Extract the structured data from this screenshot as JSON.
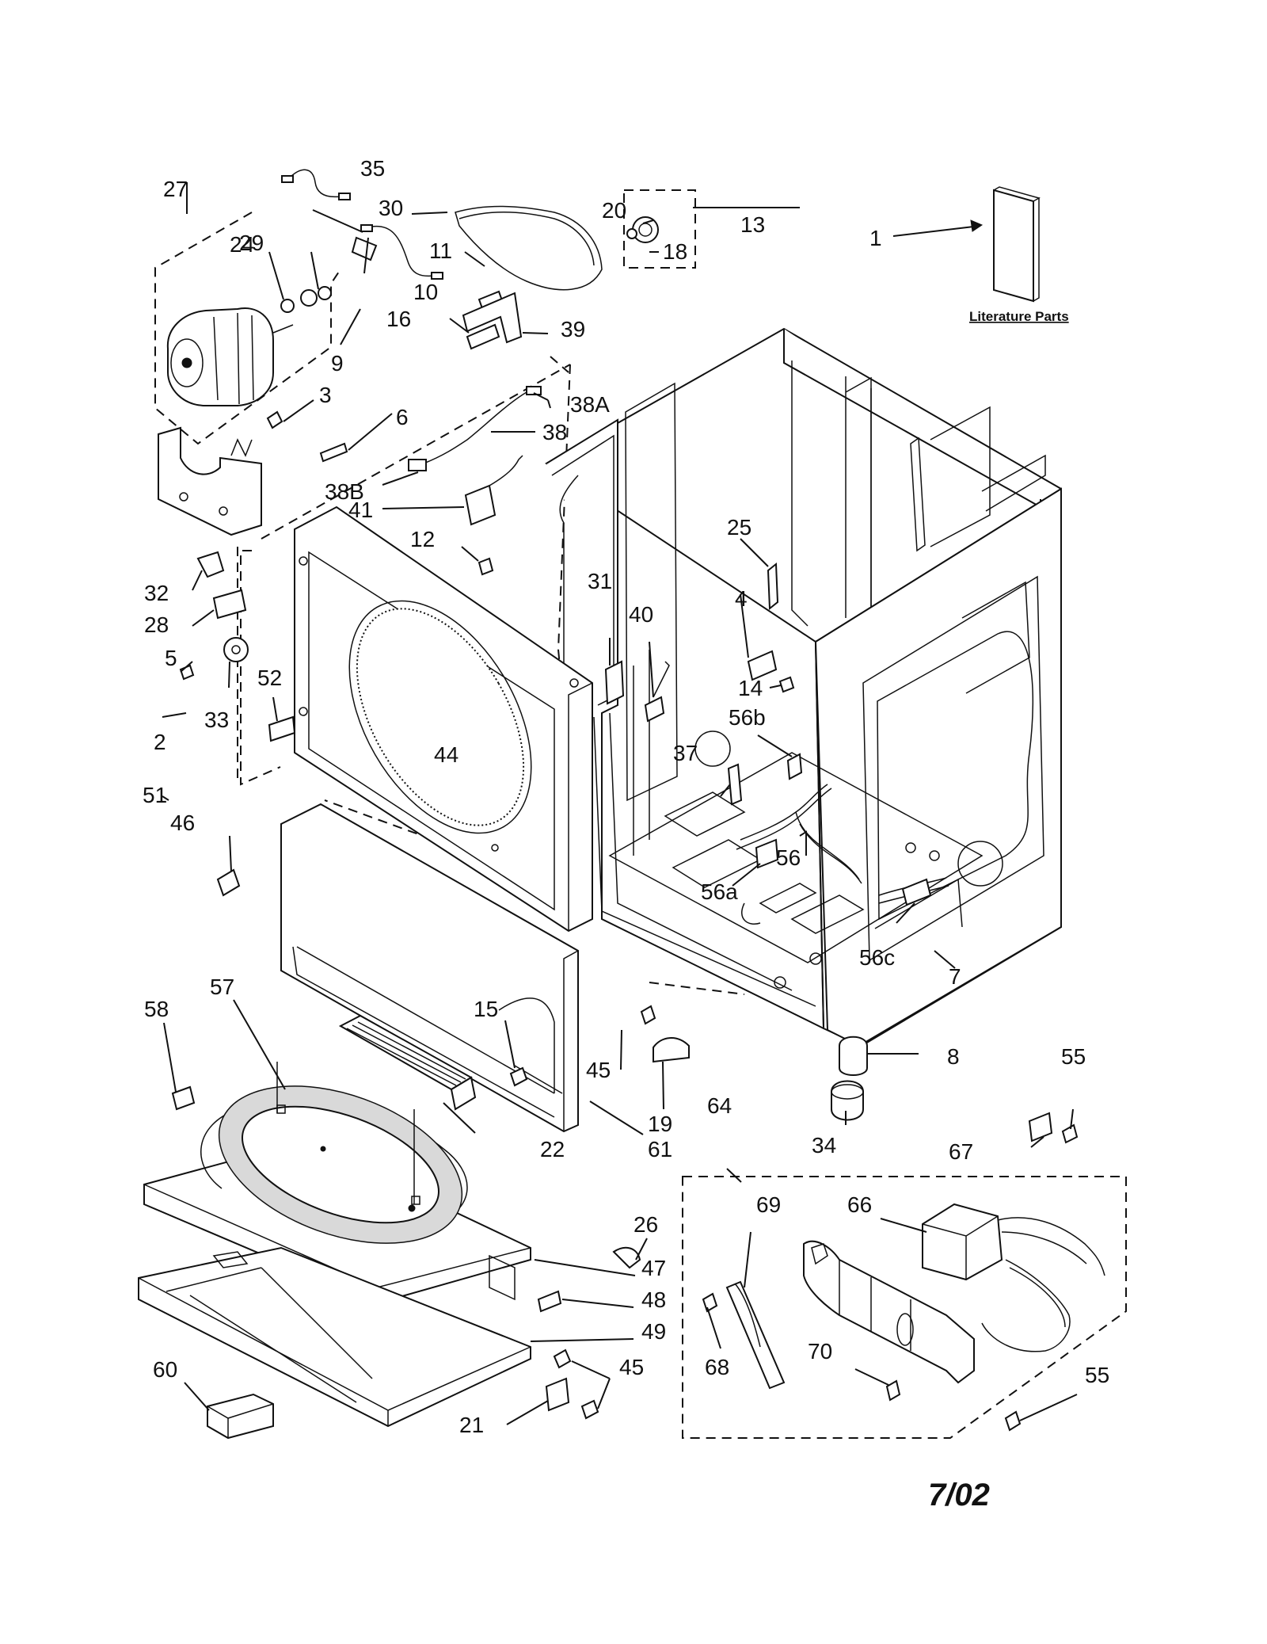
{
  "literature_label": "Literature Parts",
  "date_code": "7/02",
  "callouts": [
    {
      "id": "1",
      "text": "1"
    },
    {
      "id": "2",
      "text": "2"
    },
    {
      "id": "3",
      "text": "3"
    },
    {
      "id": "4",
      "text": "4"
    },
    {
      "id": "5",
      "text": "5"
    },
    {
      "id": "6",
      "text": "6"
    },
    {
      "id": "7",
      "text": "7"
    },
    {
      "id": "8",
      "text": "8"
    },
    {
      "id": "9",
      "text": "9"
    },
    {
      "id": "10",
      "text": "10"
    },
    {
      "id": "11",
      "text": "11"
    },
    {
      "id": "12",
      "text": "12"
    },
    {
      "id": "13",
      "text": "13"
    },
    {
      "id": "14",
      "text": "14"
    },
    {
      "id": "15",
      "text": "15"
    },
    {
      "id": "16",
      "text": "16"
    },
    {
      "id": "18",
      "text": "18"
    },
    {
      "id": "19",
      "text": "19"
    },
    {
      "id": "20",
      "text": "20"
    },
    {
      "id": "21",
      "text": "21"
    },
    {
      "id": "22",
      "text": "22"
    },
    {
      "id": "24",
      "text": "24"
    },
    {
      "id": "25",
      "text": "25"
    },
    {
      "id": "26",
      "text": "26"
    },
    {
      "id": "27",
      "text": "27"
    },
    {
      "id": "28",
      "text": "28"
    },
    {
      "id": "29",
      "text": "29"
    },
    {
      "id": "30",
      "text": "30"
    },
    {
      "id": "31",
      "text": "31"
    },
    {
      "id": "32",
      "text": "32"
    },
    {
      "id": "33",
      "text": "33"
    },
    {
      "id": "34",
      "text": "34"
    },
    {
      "id": "35",
      "text": "35"
    },
    {
      "id": "37",
      "text": "37"
    },
    {
      "id": "38",
      "text": "38"
    },
    {
      "id": "38A",
      "text": "38A"
    },
    {
      "id": "38B",
      "text": "38B"
    },
    {
      "id": "39",
      "text": "39"
    },
    {
      "id": "40",
      "text": "40"
    },
    {
      "id": "41",
      "text": "41"
    },
    {
      "id": "44",
      "text": "44"
    },
    {
      "id": "45a",
      "text": "45"
    },
    {
      "id": "45b",
      "text": "45"
    },
    {
      "id": "46",
      "text": "46"
    },
    {
      "id": "47",
      "text": "47"
    },
    {
      "id": "48",
      "text": "48"
    },
    {
      "id": "49",
      "text": "49"
    },
    {
      "id": "51",
      "text": "51"
    },
    {
      "id": "52",
      "text": "52"
    },
    {
      "id": "55a",
      "text": "55"
    },
    {
      "id": "55b",
      "text": "55"
    },
    {
      "id": "56",
      "text": "56"
    },
    {
      "id": "56a",
      "text": "56a"
    },
    {
      "id": "56b",
      "text": "56b"
    },
    {
      "id": "56c",
      "text": "56c"
    },
    {
      "id": "57",
      "text": "57"
    },
    {
      "id": "58",
      "text": "58"
    },
    {
      "id": "60",
      "text": "60"
    },
    {
      "id": "61",
      "text": "61"
    },
    {
      "id": "64",
      "text": "64"
    },
    {
      "id": "66",
      "text": "66"
    },
    {
      "id": "67",
      "text": "67"
    },
    {
      "id": "68",
      "text": "68"
    },
    {
      "id": "69",
      "text": "69"
    },
    {
      "id": "70",
      "text": "70"
    }
  ]
}
